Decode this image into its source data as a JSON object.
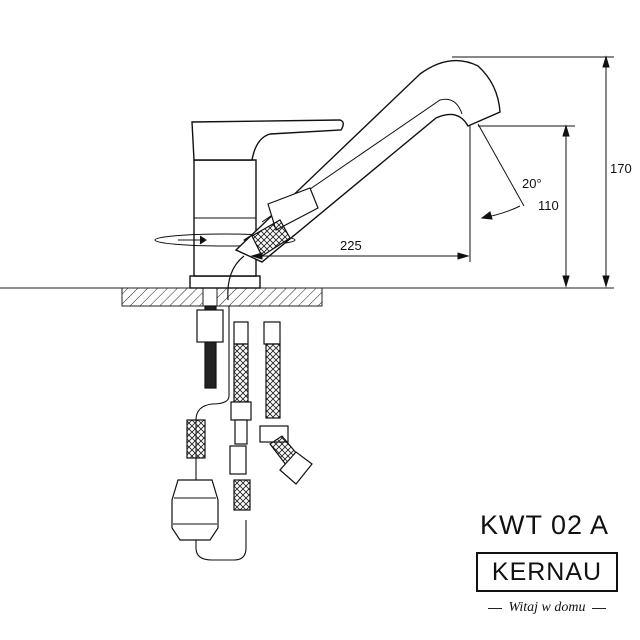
{
  "dimensions": {
    "total_height": "170",
    "spout_height": "110",
    "reach": "225",
    "swivel_angle": "20°"
  },
  "product": {
    "model": "KWT 02 A"
  },
  "brand": {
    "name": "KERNAU",
    "tagline": "Witaj w domu"
  }
}
